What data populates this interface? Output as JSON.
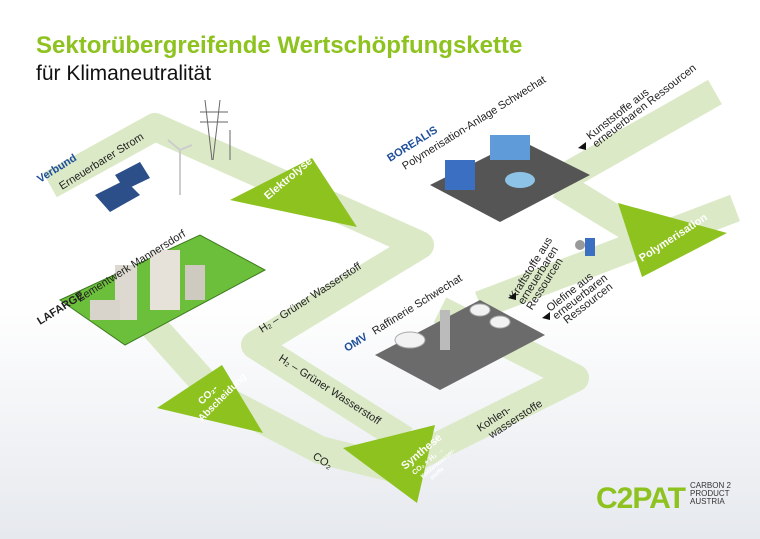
{
  "header": {
    "title": "Sektorübergreifende Wertschöpfungskette",
    "subtitle": "für Klimaneutralität"
  },
  "partners": {
    "verbund": {
      "logo": "Verbund",
      "label": "Erneuerbarer Strom"
    },
    "lafarge": {
      "logo": "LAFARGE",
      "label": "Zementwerk Mannersdorf"
    },
    "borealis": {
      "logo": "BOREALIS",
      "label": "Polymerisation-Anlage Schwechat"
    },
    "omv": {
      "logo": "OMV",
      "label": "Raffinerie Schwechat"
    }
  },
  "flows": {
    "h2_top": "H₂ – Grüner Wasserstoff",
    "h2_bottom": "H₂ – Grüner Wasserstoff",
    "co2": "CO₂",
    "kohlen": [
      "Kohlen-",
      "wasserstoffe"
    ],
    "kraftstoffe": [
      "Kraftstoffe aus",
      "erneuerbaren",
      "Ressourcen"
    ],
    "olefine": [
      "Olefine aus",
      "erneuerbaren",
      "Ressourcen"
    ],
    "kunststoffe": [
      "Kunststoffe aus",
      "erneuerbaren Ressourcen"
    ]
  },
  "processes": {
    "elektrolyse": "Elektrolyse",
    "polymerisation": "Polymerisation",
    "abscheidung": [
      "CO₂-",
      "Abscheidung"
    ],
    "synthese": {
      "title": "Synthese",
      "formula": "CO₂ + H₂ →",
      "result": [
        "Kohlenwasser-",
        "stoffe"
      ]
    }
  },
  "footer": {
    "logo": "C2PAT",
    "logo_sub": [
      "CARBON 2",
      "PRODUCT",
      "AUSTRIA"
    ]
  },
  "colors": {
    "accent": "#8dc21f",
    "band": "#dbe9c6"
  }
}
